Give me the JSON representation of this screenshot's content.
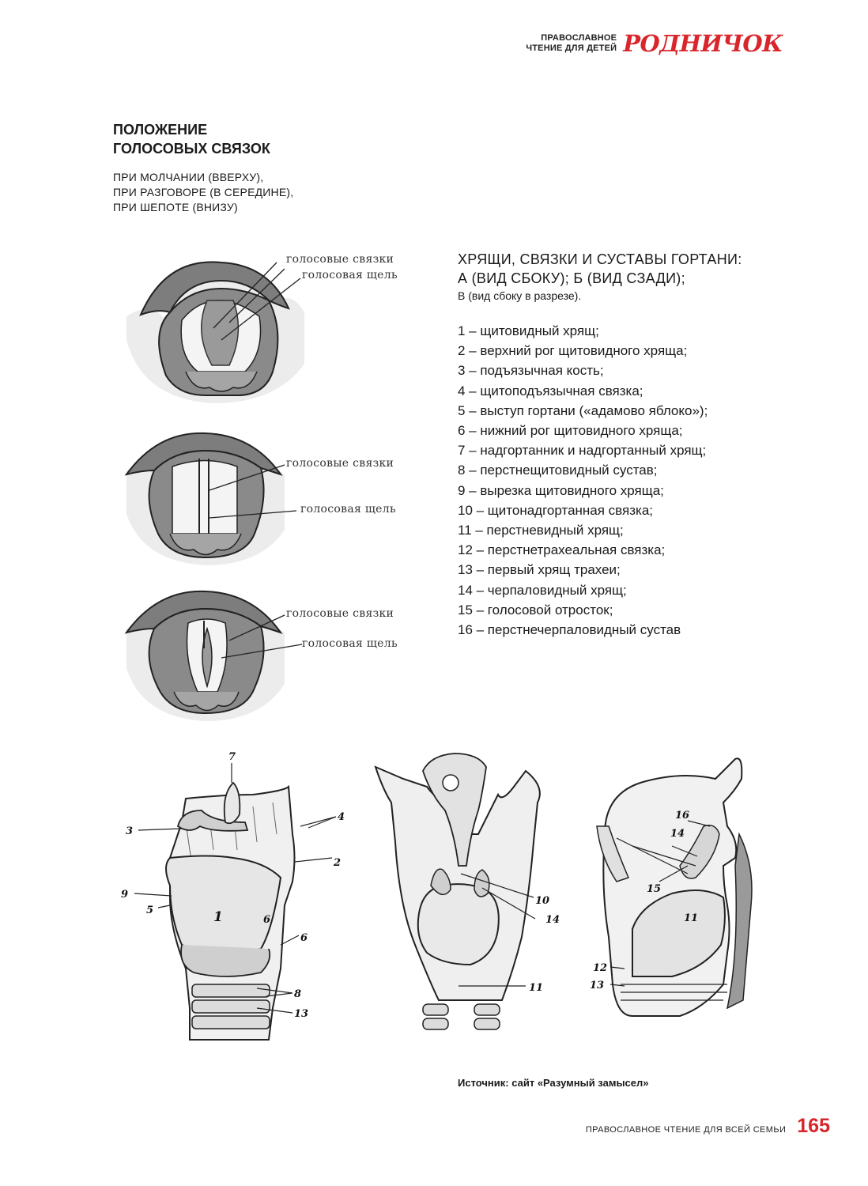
{
  "header": {
    "brand_line1": "ПРАВОСЛАВНОЕ",
    "brand_line2": "ЧТЕНИЕ ДЛЯ ДЕТЕЙ",
    "brand_logo": "РОДНИЧОК",
    "brand_color": "#d8262c"
  },
  "left": {
    "title_line1": "ПОЛОЖЕНИЕ",
    "title_line2": "ГОЛОСОВЫХ СВЯЗОК",
    "subtitle_lines": [
      "ПРИ МОЛЧАНИИ (ВВЕРХУ),",
      "ПРИ РАЗГОВОРЕ (В СЕРЕДИНЕ),",
      "ПРИ ШЕПОТЕ (ВНИЗУ)"
    ]
  },
  "vocal_figures": {
    "label_cords": "голосовые связки",
    "label_gap": "голосовая щель"
  },
  "right": {
    "heading_line1": "ХРЯЩИ, СВЯЗКИ И СУСТАВЫ ГОРТАНИ:",
    "heading_line2": "А (ВИД СБОКУ); Б (ВИД СЗАДИ);",
    "heading_line3": "В (вид сбоку в разрезе).",
    "legend": [
      "1 – щитовидный хрящ;",
      "2 – верхний рог щитовидного хряща;",
      "3 – подъязычная кость;",
      "4 – щитоподъязычная связка;",
      "5 – выступ гортани («адамово яблоко»);",
      "6 – нижний рог щитовидного хряща;",
      "7 – надгортанник и надгортанный хрящ;",
      "8 – перстнещитовидный сустав;",
      "9 – вырезка щитовидного хряща;",
      "10 – щитонадгортанная связка;",
      "11 – перстневидный хрящ;",
      "12 – перстнетрахеальная связка;",
      "13 – первый хрящ трахеи;",
      "14 – черпаловидный хрящ;",
      "15 – голосовой отросток;",
      "16 – перстнечерпаловидный сустав"
    ]
  },
  "anatomy_labels": {
    "a": [
      "7",
      "3",
      "4",
      "2",
      "9",
      "5",
      "1",
      "6",
      "6",
      "8",
      "13"
    ],
    "b": [
      "10",
      "14",
      "11"
    ],
    "c": [
      "16",
      "14",
      "15",
      "11",
      "12",
      "13"
    ]
  },
  "source_text": "Источник: сайт «Разумный замысел»",
  "footer": {
    "text": "ПРАВОСЛАВНОЕ ЧТЕНИЕ ДЛЯ ВСЕЙ СЕМЬИ",
    "page_number": "165"
  }
}
